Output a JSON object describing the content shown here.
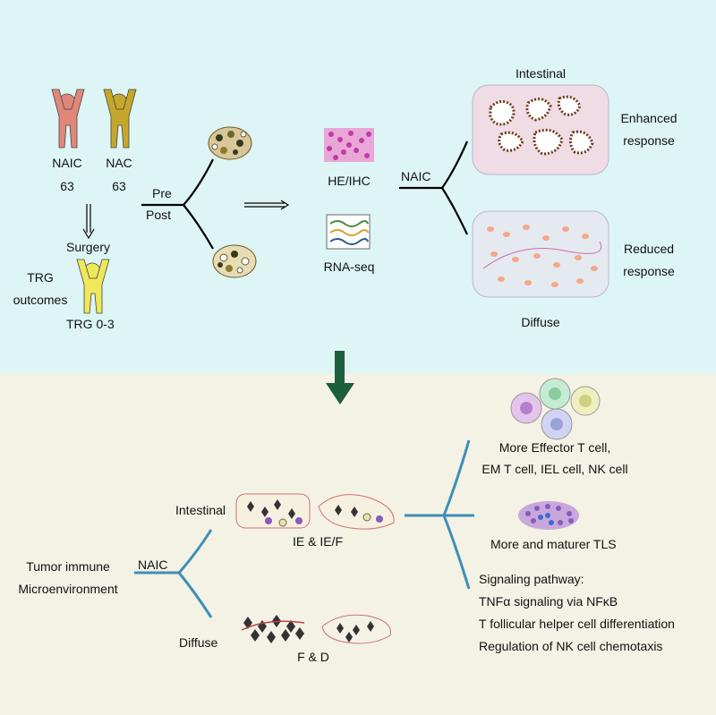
{
  "top": {
    "naic_label": "NAIC",
    "naic_count": "63",
    "nac_label": "NAC",
    "nac_count": "63",
    "surgery": "Surgery",
    "trg_outcomes_1": "TRG",
    "trg_outcomes_2": "outcomes",
    "trg_range": "TRG 0-3",
    "pre": "Pre",
    "post": "Post",
    "he_ihc": "HE/IHC",
    "rna_seq": "RNA-seq",
    "naic_branch": "NAIC",
    "intestinal": "Intestinal",
    "diffuse": "Diffuse",
    "enhanced_1": "Enhanced",
    "enhanced_2": "response",
    "reduced_1": "Reduced",
    "reduced_2": "response"
  },
  "bottom": {
    "tme_1": "Tumor immune",
    "tme_2": "Microenvironment",
    "naic": "NAIC",
    "intestinal": "Intestinal",
    "diffuse": "Diffuse",
    "ie_label": "IE & IE/F",
    "fd_label": "F & D",
    "effector_1": "More Effector T cell,",
    "effector_2": "EM T cell, IEL cell, NK cell",
    "tls": "More and maturer TLS",
    "pathway_title": "Signaling pathway:",
    "pathways": [
      "TNFα signaling via NFκB",
      "T follicular helper cell differentiation",
      "Regulation of NK cell chemotaxis"
    ]
  },
  "colors": {
    "top_bg": "#def5f5",
    "bottom_bg": "#f3f2e5",
    "naic_person": "#e0877a",
    "nac_person": "#c5a82b",
    "trg_person": "#efe85a",
    "bottom_arrow": "#3d8fb5",
    "down_arrow": "#1d5e3b"
  }
}
